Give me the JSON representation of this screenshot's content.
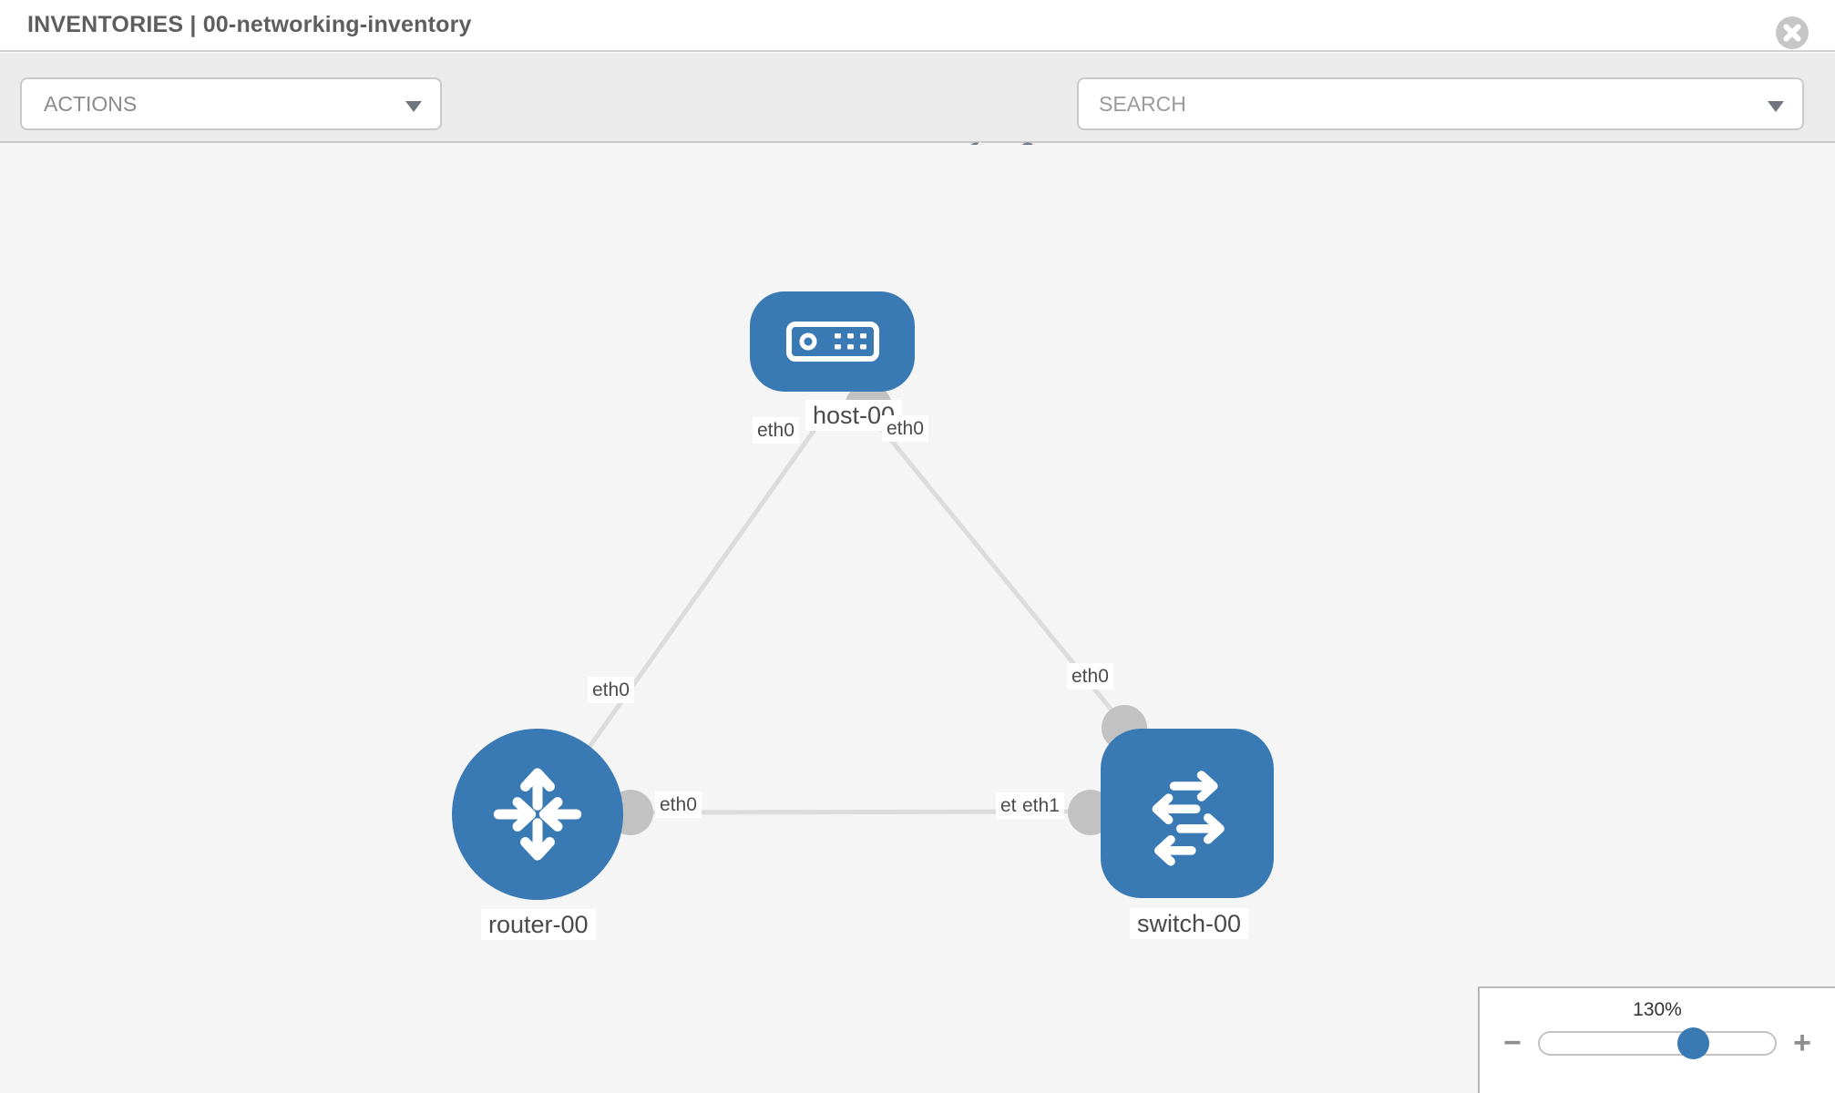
{
  "header": {
    "title": "INVENTORIES | 00-networking-inventory",
    "close_icon": "close-circle"
  },
  "toolbar": {
    "actions_label": "ACTIONS",
    "search_placeholder": "SEARCH",
    "wrench_icon": "wrench",
    "key_icon": "key",
    "dropdown_icon": "chevron-down"
  },
  "topology": {
    "nodes": [
      {
        "id": "host-00",
        "type": "host",
        "label": "host-00"
      },
      {
        "id": "router-00",
        "type": "router",
        "label": "router-00"
      },
      {
        "id": "switch-00",
        "type": "switch",
        "label": "switch-00"
      }
    ],
    "edges": [
      {
        "from": "host-00",
        "from_interface": "eth0",
        "to": "router-00",
        "to_interface": "eth0"
      },
      {
        "from": "host-00",
        "from_interface": "eth0",
        "to": "switch-00",
        "to_interface": "eth0"
      },
      {
        "from": "router-00",
        "from_interface": "eth0",
        "to": "switch-00",
        "to_interface": "eth1",
        "to_interface_overlapped_label": "eth0"
      }
    ]
  },
  "zoom_control": {
    "value": "130%",
    "percent": 130,
    "decrease_label": "−",
    "increase_label": "+"
  },
  "colors": {
    "node_blue": "#3a7ab4",
    "edge_gray": "#dcdcdc",
    "connector_gray": "#c2c2c2",
    "toolbar_bg": "#ebebeb",
    "canvas_bg": "#f5f5f6"
  }
}
